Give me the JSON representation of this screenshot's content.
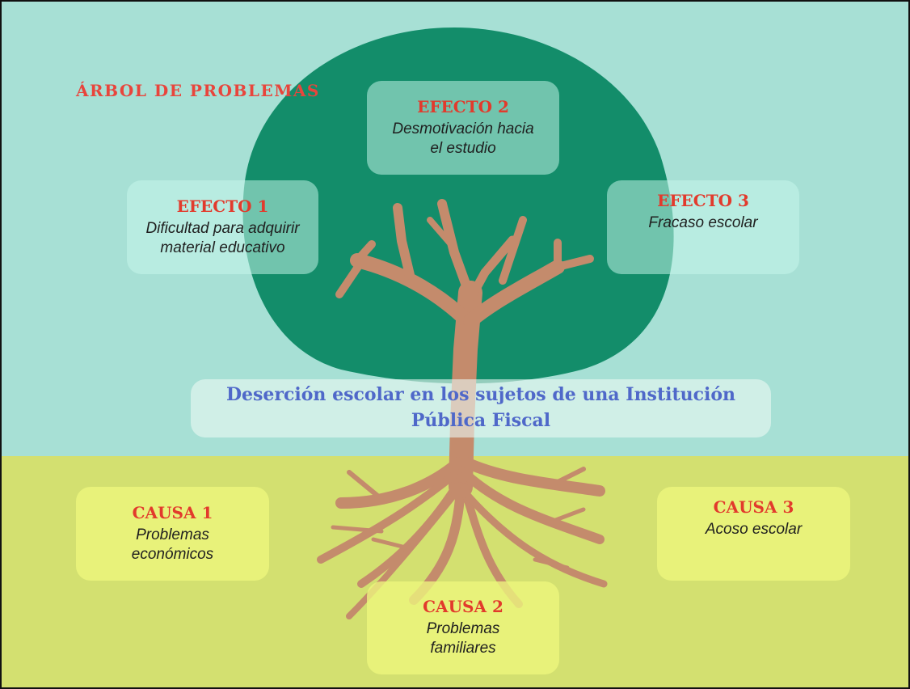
{
  "title": "ÁRBOL DE PROBLEMAS",
  "central_problem": "Deserción escolar en los sujetos de una Institución Pública Fiscal",
  "effects": [
    {
      "heading": "EFECTO 1",
      "text": "Dificultad para adquirir material educativo"
    },
    {
      "heading": "EFECTO 2",
      "text": "Desmotivación hacia el estudio"
    },
    {
      "heading": "EFECTO 3",
      "text": "Fracaso escolar"
    }
  ],
  "causes": [
    {
      "heading": "CAUSA 1",
      "text": "Problemas económicos"
    },
    {
      "heading": "CAUSA 2",
      "text": "Problemas familiares"
    },
    {
      "heading": "CAUSA 3",
      "text": "Acoso escolar"
    }
  ],
  "colors": {
    "sky": "#a7e0d5",
    "ground": "#d3e070",
    "canopy": "#138d6a",
    "trunk": "#c48b6c",
    "heading": "#e23a2c",
    "central_text": "#4f68c9"
  }
}
